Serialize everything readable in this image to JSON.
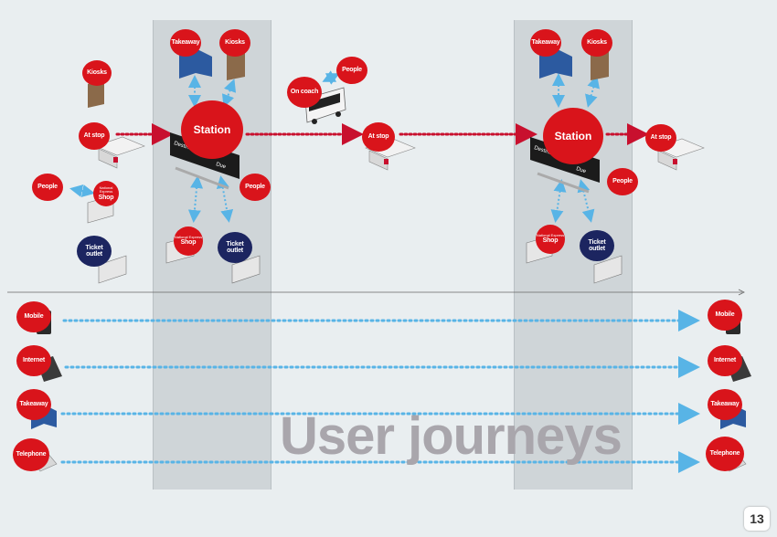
{
  "title": "User journeys",
  "page_number": "13",
  "colors": {
    "red": "#d9141b",
    "navy": "#1c2560",
    "arrow_red": "#c8102e",
    "arrow_blue": "#58b4e6",
    "band": "#cfd5d8"
  },
  "labels": {
    "kiosks": "Kiosks",
    "takeaway": "Takeaway",
    "at_stop": "At stop",
    "people": "People",
    "station": "Station",
    "shop_top": "National Express",
    "shop": "Shop",
    "ticket_outlet": "Ticket\noutlet",
    "on_coach": "On coach",
    "destination": "Destination",
    "due": "Due",
    "mobile": "Mobile",
    "internet": "Internet",
    "telephone": "Telephone"
  },
  "icons": [
    "kiosk-icon",
    "takeaway-map-icon",
    "bus-shelter-icon",
    "person-icon",
    "shop-counter-icon",
    "ticket-desk-icon",
    "coach-bus-icon",
    "departure-board-icon",
    "mobile-phone-icon",
    "laptop-icon",
    "telephone-icon"
  ]
}
